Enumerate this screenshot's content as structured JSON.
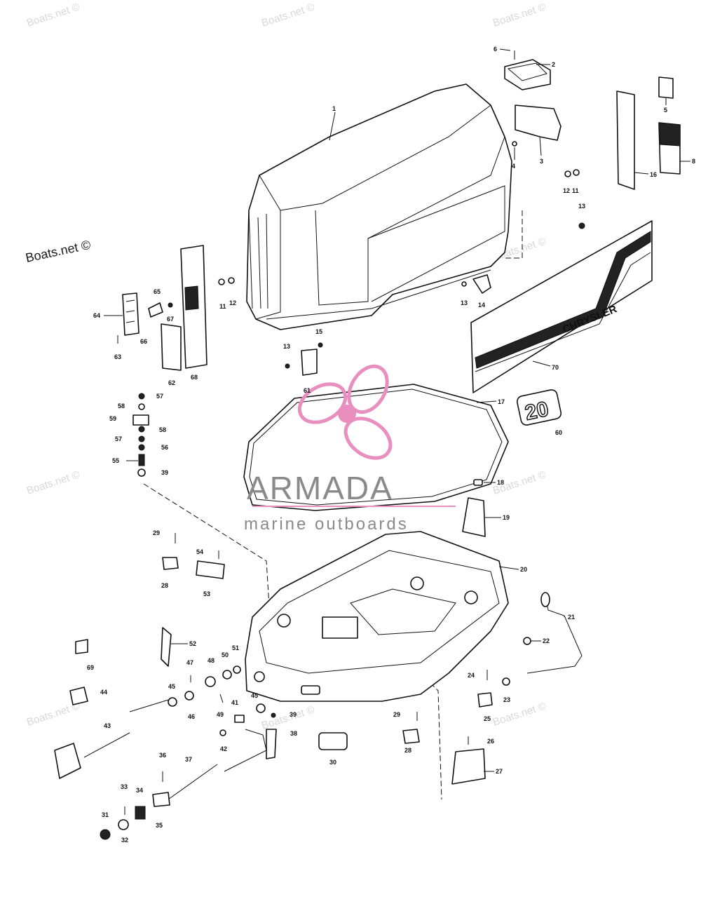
{
  "watermark": {
    "corner_text": "Boats.net ©",
    "repeat_text": "Boats.net ©"
  },
  "logo": {
    "brand": "ARMADA",
    "tagline": "marine outboards",
    "propeller_color": "#e88fbf",
    "text_color": "#8a8a8a"
  },
  "decal": {
    "brand_text": "CHRYSLER",
    "hp_badge": "20"
  },
  "colors": {
    "ink": "#111111",
    "paper": "#ffffff",
    "watermark": "#d8d8d8"
  },
  "callouts": [
    {
      "id": "1",
      "label": "1"
    },
    {
      "id": "2",
      "label": "2"
    },
    {
      "id": "3",
      "label": "3"
    },
    {
      "id": "4",
      "label": "4"
    },
    {
      "id": "5",
      "label": "5"
    },
    {
      "id": "6",
      "label": "6"
    },
    {
      "id": "8",
      "label": "8"
    },
    {
      "id": "11a",
      "label": "11"
    },
    {
      "id": "12a",
      "label": "12"
    },
    {
      "id": "11b",
      "label": "11"
    },
    {
      "id": "12b",
      "label": "12"
    },
    {
      "id": "13a",
      "label": "13"
    },
    {
      "id": "13b",
      "label": "13"
    },
    {
      "id": "13c",
      "label": "13"
    },
    {
      "id": "14",
      "label": "14"
    },
    {
      "id": "15",
      "label": "15"
    },
    {
      "id": "16",
      "label": "16"
    },
    {
      "id": "17",
      "label": "17"
    },
    {
      "id": "18",
      "label": "18"
    },
    {
      "id": "19",
      "label": "19"
    },
    {
      "id": "20",
      "label": "20"
    },
    {
      "id": "21",
      "label": "21"
    },
    {
      "id": "22",
      "label": "22"
    },
    {
      "id": "23",
      "label": "23"
    },
    {
      "id": "24",
      "label": "24"
    },
    {
      "id": "25",
      "label": "25"
    },
    {
      "id": "26",
      "label": "26"
    },
    {
      "id": "27",
      "label": "27"
    },
    {
      "id": "28a",
      "label": "28"
    },
    {
      "id": "28b",
      "label": "28"
    },
    {
      "id": "29a",
      "label": "29"
    },
    {
      "id": "29b",
      "label": "29"
    },
    {
      "id": "30",
      "label": "30"
    },
    {
      "id": "31",
      "label": "31"
    },
    {
      "id": "32",
      "label": "32"
    },
    {
      "id": "33",
      "label": "33"
    },
    {
      "id": "34",
      "label": "34"
    },
    {
      "id": "35",
      "label": "35"
    },
    {
      "id": "36",
      "label": "36"
    },
    {
      "id": "37",
      "label": "37"
    },
    {
      "id": "38",
      "label": "38"
    },
    {
      "id": "39a",
      "label": "39"
    },
    {
      "id": "39b",
      "label": "39"
    },
    {
      "id": "41",
      "label": "41"
    },
    {
      "id": "42",
      "label": "42"
    },
    {
      "id": "43",
      "label": "43"
    },
    {
      "id": "44",
      "label": "44"
    },
    {
      "id": "45a",
      "label": "45"
    },
    {
      "id": "45b",
      "label": "45"
    },
    {
      "id": "46",
      "label": "46"
    },
    {
      "id": "47",
      "label": "47"
    },
    {
      "id": "48",
      "label": "48"
    },
    {
      "id": "49",
      "label": "49"
    },
    {
      "id": "50",
      "label": "50"
    },
    {
      "id": "51",
      "label": "51"
    },
    {
      "id": "52",
      "label": "52"
    },
    {
      "id": "53",
      "label": "53"
    },
    {
      "id": "54",
      "label": "54"
    },
    {
      "id": "55",
      "label": "55"
    },
    {
      "id": "56",
      "label": "56"
    },
    {
      "id": "57a",
      "label": "57"
    },
    {
      "id": "57b",
      "label": "57"
    },
    {
      "id": "58a",
      "label": "58"
    },
    {
      "id": "58b",
      "label": "58"
    },
    {
      "id": "59",
      "label": "59"
    },
    {
      "id": "60",
      "label": "60"
    },
    {
      "id": "61",
      "label": "61"
    },
    {
      "id": "62",
      "label": "62"
    },
    {
      "id": "63",
      "label": "63"
    },
    {
      "id": "64",
      "label": "64"
    },
    {
      "id": "65",
      "label": "65"
    },
    {
      "id": "66",
      "label": "66"
    },
    {
      "id": "67",
      "label": "67"
    },
    {
      "id": "68",
      "label": "68"
    },
    {
      "id": "69",
      "label": "69"
    },
    {
      "id": "70",
      "label": "70"
    }
  ]
}
